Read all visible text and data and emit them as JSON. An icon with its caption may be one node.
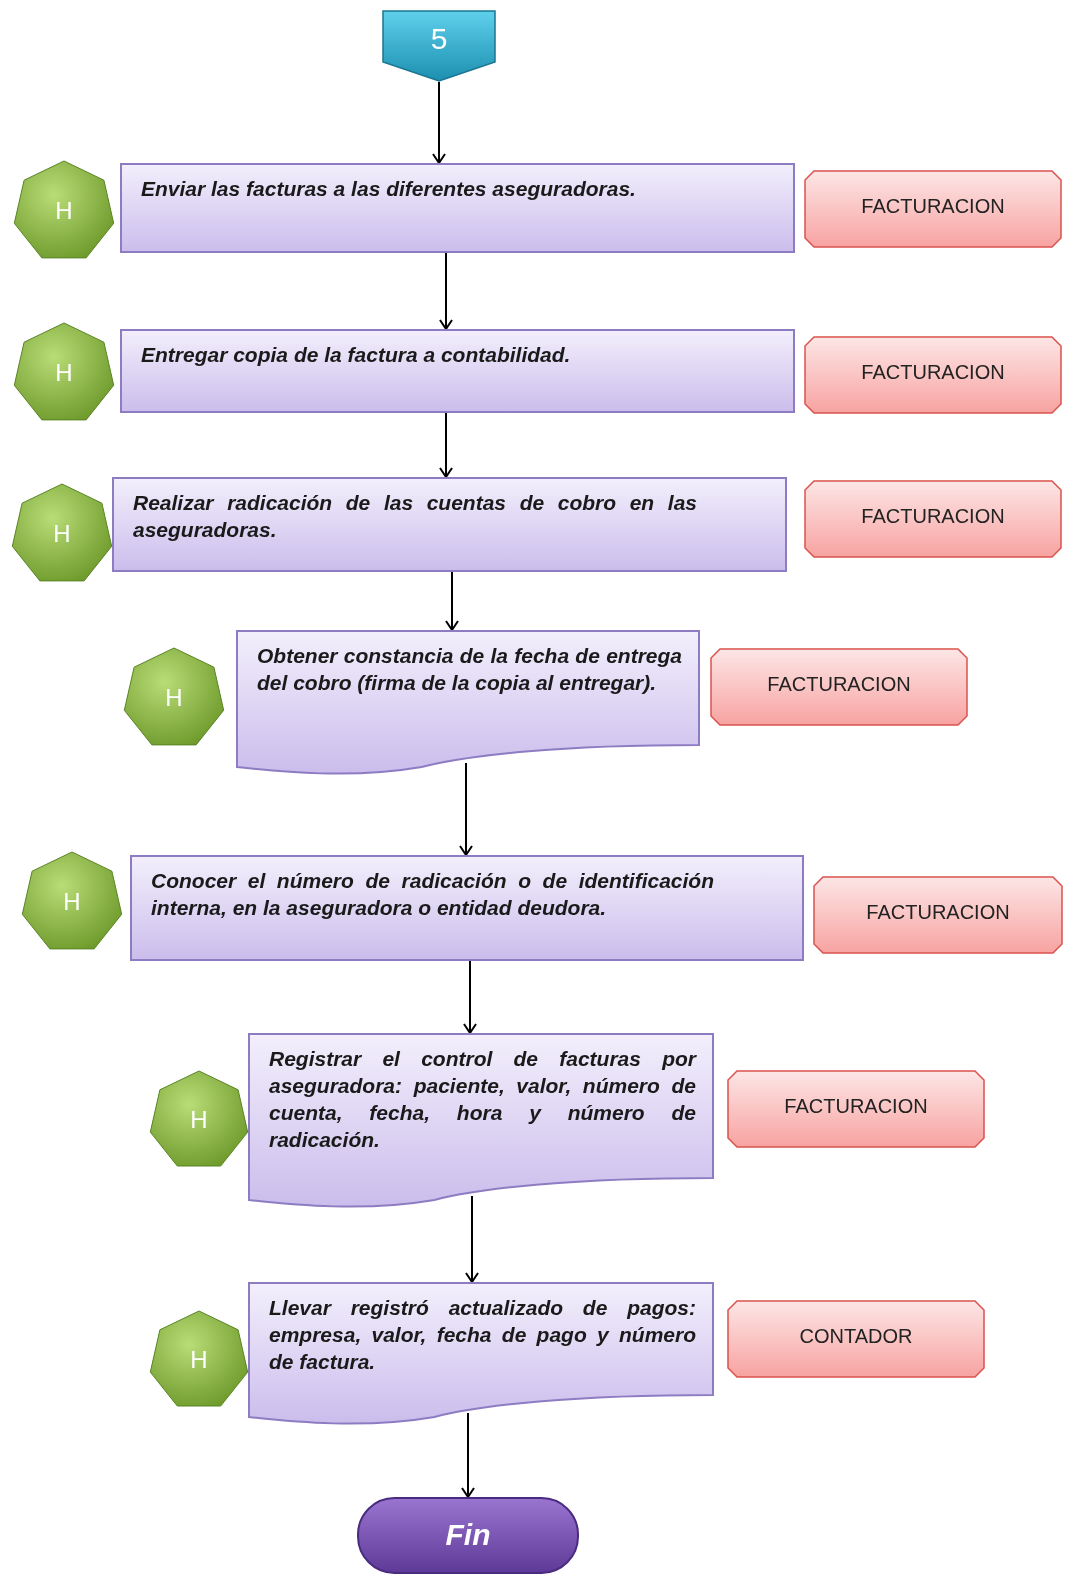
{
  "diagram": {
    "nodes": [
      {
        "text": [
          "5"
        ]
      },
      {
        "text": [
          "H"
        ]
      },
      {
        "text": [
          "Enviar las facturas a las diferentes aseguradoras."
        ]
      },
      {
        "text": [
          "FACTURACION"
        ]
      },
      {
        "text": [
          "H"
        ]
      },
      {
        "text": [
          "Entregar copia de la factura a contabilidad."
        ]
      },
      {
        "text": [
          "FACTURACION"
        ]
      },
      {
        "text": [
          "H"
        ]
      },
      {
        "text": [
          "Realizar radicación de las cuentas de cobro en las aseguradoras."
        ]
      },
      {
        "text": [
          "FACTURACION"
        ]
      },
      {
        "text": [
          "H"
        ]
      },
      {
        "text": [
          "Obtener constancia de la fecha de entrega del cobro (firma de la copia al entregar)."
        ]
      },
      {
        "text": [
          "FACTURACION"
        ]
      },
      {
        "text": [
          "H"
        ]
      },
      {
        "text": [
          "Conocer el número de radicación o de identificación interna, en la aseguradora o entidad deudora."
        ]
      },
      {
        "text": [
          "FACTURACION"
        ]
      },
      {
        "text": [
          "H"
        ]
      },
      {
        "text": [
          "Registrar el control de facturas por aseguradora: paciente, valor, número de cuenta, fecha, hora y número de radicación."
        ]
      },
      {
        "text": [
          "FACTURACION"
        ]
      },
      {
        "text": [
          "H"
        ]
      },
      {
        "text": [
          "Llevar registró actualizado de pagos: empresa, valor, fecha de pago y número de factura."
        ]
      },
      {
        "text": [
          "CONTADOR"
        ]
      },
      {
        "text": [
          "Fin"
        ]
      }
    ],
    "edges": [
      {
        "from": 0,
        "to": 2,
        "arrow": "to"
      },
      {
        "from": 2,
        "to": 5,
        "arrow": "to"
      },
      {
        "from": 5,
        "to": 8,
        "arrow": "to"
      },
      {
        "from": 8,
        "to": 11,
        "arrow": "to"
      },
      {
        "from": 11,
        "to": 14,
        "arrow": "to"
      },
      {
        "from": 14,
        "to": 17,
        "arrow": "to"
      },
      {
        "from": 17,
        "to": 20,
        "arrow": "to"
      },
      {
        "from": 20,
        "to": 22,
        "arrow": "to"
      }
    ]
  }
}
